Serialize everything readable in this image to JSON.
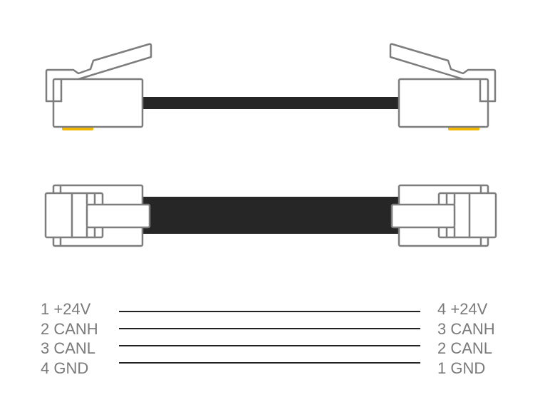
{
  "colors": {
    "outline": "#7d7d7d",
    "cable": "#262626",
    "contact": "#f5b800",
    "wire": "#222222",
    "text": "#7a7a7a"
  },
  "pinout": {
    "left": [
      "1 +24V",
      "2 CANH",
      "3 CANL",
      "4 GND"
    ],
    "right": [
      "4 +24V",
      "3 CANH",
      "2 CANL",
      "1 GND"
    ]
  }
}
